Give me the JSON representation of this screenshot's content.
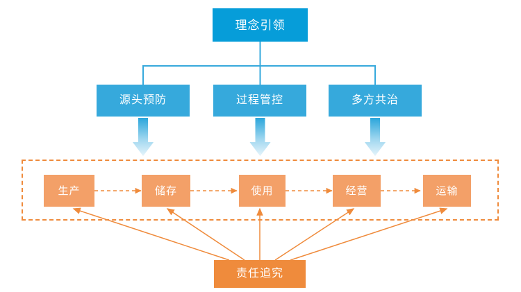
{
  "diagram": {
    "title_node": {
      "label": "理念引领",
      "color": "#069dd9"
    },
    "pillars": [
      {
        "label": "源头预防",
        "color": "#36a9dc"
      },
      {
        "label": "过程管控",
        "color": "#36a9dc"
      },
      {
        "label": "多方共治",
        "color": "#36a9dc"
      }
    ],
    "stages": [
      {
        "label": "生产",
        "color": "#f3a068"
      },
      {
        "label": "储存",
        "color": "#f3a068"
      },
      {
        "label": "使用",
        "color": "#f3a068"
      },
      {
        "label": "经营",
        "color": "#f3a068"
      },
      {
        "label": "运输",
        "color": "#f3a068"
      }
    ],
    "accountability": {
      "label": "责任追究",
      "color": "#ef8b3c"
    },
    "colors": {
      "blue_dark": "#069dd9",
      "blue_light": "#36a9dc",
      "orange_light": "#f3a068",
      "orange_dark": "#ef8b3c",
      "connector_blue": "#36a9dc",
      "connector_orange": "#ef8b3c"
    }
  }
}
